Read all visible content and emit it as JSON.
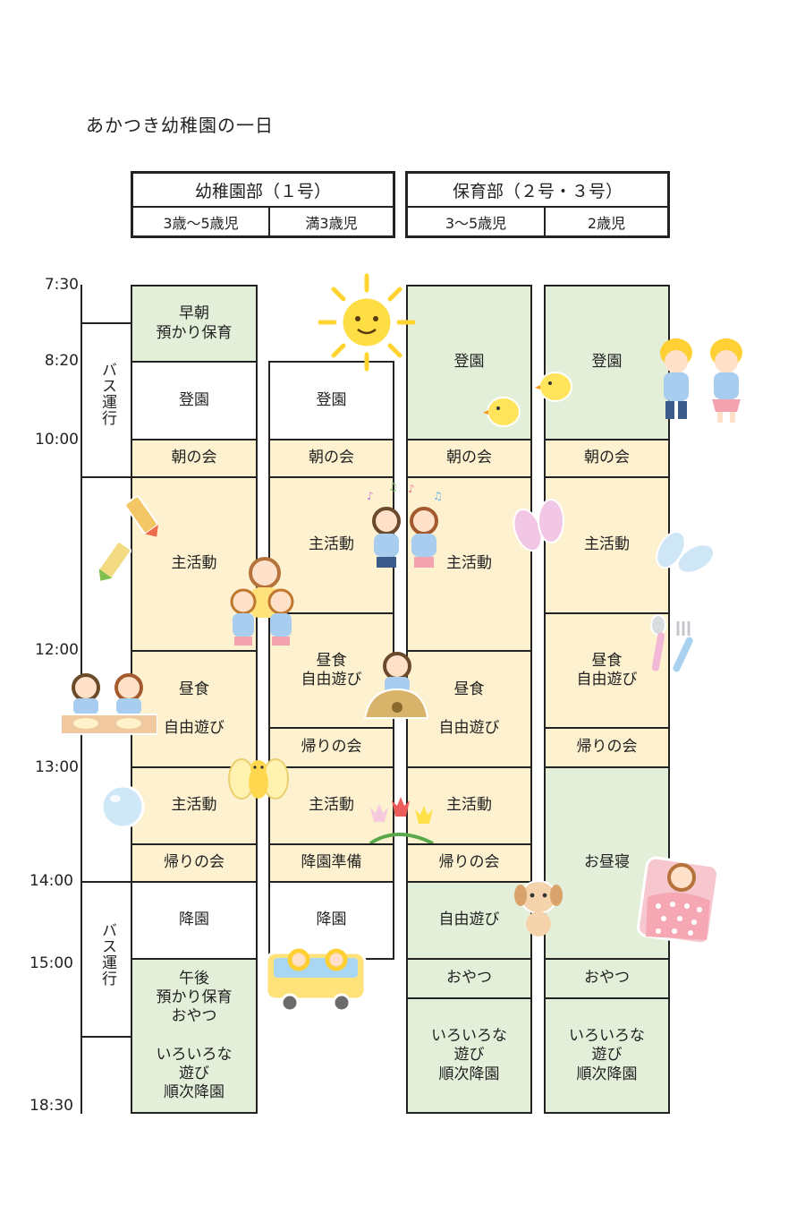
{
  "title": "あかつき幼稚園の一日",
  "header": {
    "kinder": {
      "title": "幼稚園部（１号）",
      "sub": [
        "3歳〜5歳児",
        "満3歳児"
      ]
    },
    "nursery": {
      "title": "保育部（２号・３号）",
      "sub": [
        "3〜5歳児",
        "2歳児"
      ]
    }
  },
  "times": [
    "7:30",
    "8:20",
    "10:00",
    "12:00",
    "13:00",
    "14:00",
    "15:00",
    "18:30"
  ],
  "bus_label": "バス運行",
  "columns": {
    "k35": [
      "早朝\n預かり保育",
      "登園",
      "朝の会",
      "主活動",
      "昼食\n\n自由遊び",
      "主活動",
      "帰りの会",
      "降園",
      "午後\n預かり保育\nおやつ\n\nいろいろな\n遊び\n順次降園"
    ],
    "k3": [
      "登園",
      "朝の会",
      "主活動",
      "昼食\n自由遊び",
      "帰りの会",
      "主活動",
      "降園準備",
      "降園"
    ],
    "n35": [
      "登園",
      "朝の会",
      "主活動",
      "昼食\n\n自由遊び",
      "主活動",
      "帰りの会",
      "自由遊び",
      "おやつ",
      "いろいろな\n遊び\n順次降園"
    ],
    "n2": [
      "登園",
      "朝の会",
      "主活動",
      "昼食\n自由遊び",
      "帰りの会",
      "お昼寝",
      "おやつ",
      "いろいろな\n遊び\n順次降園"
    ]
  },
  "colors": {
    "green": "#e3efd9",
    "yellow": "#fdf1cf",
    "line": "#222222"
  },
  "icons": [
    "sun-icon",
    "chick-icon",
    "children-walking-icon",
    "crayon-icon",
    "teacher-children-icon",
    "music-children-icon",
    "slippers-icon",
    "spoon-fork-icon",
    "lunch-children-icon",
    "sandbox-child-icon",
    "butterfly-icon",
    "bubble-icon",
    "tulips-icon",
    "puppy-icon",
    "sleeping-child-icon",
    "school-bus-icon"
  ]
}
